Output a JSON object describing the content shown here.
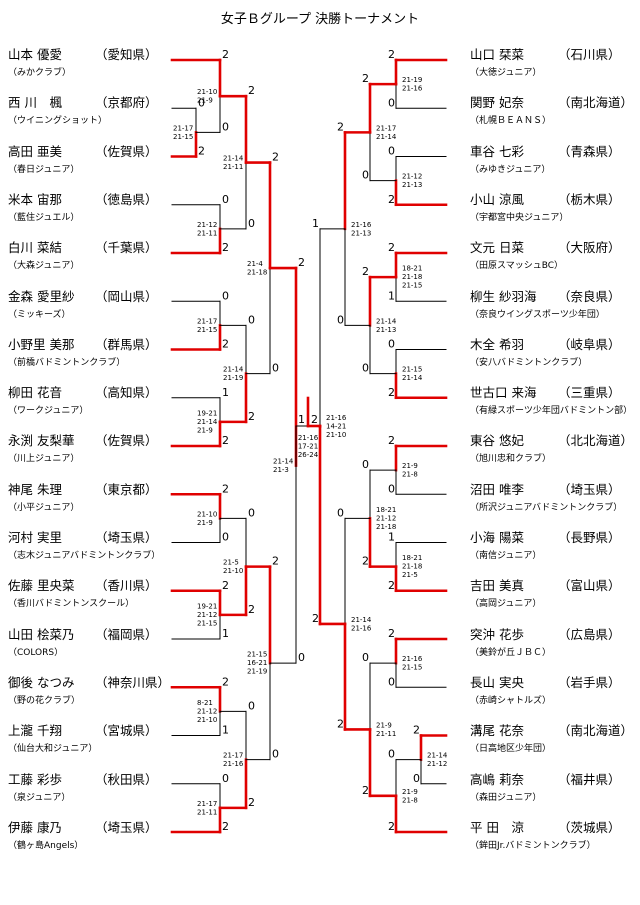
{
  "title": "女子Ｂグループ 決勝トーナメント",
  "colors": {
    "win": "#e00000",
    "line": "#000000"
  },
  "left_players": [
    {
      "name": "山本 優愛",
      "pref": "（愛知県）",
      "club": "（みかクラブ）"
    },
    {
      "name": "西 川　楓",
      "pref": "（京都府）",
      "club": "（ウイニングショット）"
    },
    {
      "name": "高田 亜美",
      "pref": "（佐賀県）",
      "club": "（春日ジュニア）"
    },
    {
      "name": "米本 宙那",
      "pref": "（徳島県）",
      "club": "（藍住ジュエル）"
    },
    {
      "name": "白川 菜結",
      "pref": "（千葉県）",
      "club": "（大森ジュニア）"
    },
    {
      "name": "金森 愛里紗",
      "pref": "（岡山県）",
      "club": "（ミッキーズ）"
    },
    {
      "name": "小野里 美那",
      "pref": "（群馬県）",
      "club": "（前橋バドミントンクラブ）"
    },
    {
      "name": "柳田 花音",
      "pref": "（高知県）",
      "club": "（ワークジュニア）"
    },
    {
      "name": "永渕 友梨華",
      "pref": "（佐賀県）",
      "club": "（川上ジュニア）"
    },
    {
      "name": "神尾 朱理",
      "pref": "（東京都）",
      "club": "（小平ジュニア）"
    },
    {
      "name": "河村 実里",
      "pref": "（埼玉県）",
      "club": "（志木ジュニアバドミントンクラブ）"
    },
    {
      "name": "佐藤 里央菜",
      "pref": "（香川県）",
      "club": "（香川バドミントンスクール）"
    },
    {
      "name": "山田 桧菜乃",
      "pref": "（福岡県）",
      "club": "（COLORS）"
    },
    {
      "name": "御後 なつみ",
      "pref": "（神奈川県）",
      "club": "（野の花クラブ）"
    },
    {
      "name": "上瀧 千翔",
      "pref": "（宮城県）",
      "club": "（仙台大和ジュニア）"
    },
    {
      "name": "工藤 彩歩",
      "pref": "（秋田県）",
      "club": "（泉ジュニア）"
    },
    {
      "name": "伊藤 康乃",
      "pref": "（埼玉県）",
      "club": "（鶴ヶ島Angels）"
    }
  ],
  "right_players": [
    {
      "name": "山口 栞菜",
      "pref": "（石川県）",
      "club": "（大徳ジュニア）"
    },
    {
      "name": "関野 妃奈",
      "pref": "（南北海道）",
      "club": "（札幌ＢＥＡＮＳ）"
    },
    {
      "name": "車谷 七彩",
      "pref": "（青森県）",
      "club": "（みゆきジュニア）"
    },
    {
      "name": "小山 涼風",
      "pref": "（栃木県）",
      "club": "（宇都宮中央ジュニア）"
    },
    {
      "name": "文元 日菜",
      "pref": "（大阪府）",
      "club": "（田原スマッシュBC）"
    },
    {
      "name": "柳生 紗羽海",
      "pref": "（奈良県）",
      "club": "（奈良ウイングスポーツ少年団）"
    },
    {
      "name": "木全 希羽",
      "pref": "（岐阜県）",
      "club": "（安八バドミントンクラブ）"
    },
    {
      "name": "世古口 来海",
      "pref": "（三重県）",
      "club": "（有緑スポーツ少年団バドミントン部）"
    },
    {
      "name": "東谷 悠妃",
      "pref": "（北北海道）",
      "club": "（旭川忠和クラブ）"
    },
    {
      "name": "沼田 唯李",
      "pref": "（埼玉県）",
      "club": "（所沢ジュニアバドミントンクラブ）"
    },
    {
      "name": "小海 陽菜",
      "pref": "（長野県）",
      "club": "（南信ジュニア）"
    },
    {
      "name": "吉田 美真",
      "pref": "（富山県）",
      "club": "（高岡ジュニア）"
    },
    {
      "name": "突沖 花歩",
      "pref": "（広島県）",
      "club": "（美鈴が丘ＪＢＣ）"
    },
    {
      "name": "長山 実央",
      "pref": "（岩手県）",
      "club": "（赤崎シャトルズ）"
    },
    {
      "name": "溝尾 花奈",
      "pref": "（南北海道）",
      "club": "（日高地区少年団）"
    },
    {
      "name": "高嶋 莉奈",
      "pref": "（福井県）",
      "club": "（森田ジュニア）"
    },
    {
      "name": "平 田　涼",
      "pref": "（茨城県）",
      "club": "（鉾田Jr.バドミントンクラブ）"
    }
  ],
  "matches": {
    "L_R1": {
      "top": "0",
      "bot": "2",
      "scores": [
        "21-17",
        "21-15"
      ]
    },
    "L_QF1A": {
      "top": "2",
      "bot": "0",
      "scores": [
        "21-10",
        "21-9"
      ]
    },
    "L_QF1B": {
      "top": "0",
      "bot": "2",
      "scores": [
        "21-12",
        "21-11"
      ]
    },
    "L_QF2A": {
      "top": "0",
      "bot": "2",
      "scores": [
        "21-17",
        "21-15"
      ]
    },
    "L_QF2B": {
      "top": "1",
      "bot": "2",
      "scores": [
        "19-21",
        "21-14",
        "21-9"
      ]
    },
    "L_QF3A": {
      "top": "2",
      "bot": "0",
      "scores": [
        "21-10",
        "21-9"
      ]
    },
    "L_QF3B": {
      "top": "2",
      "bot": "1",
      "scores": [
        "19-21",
        "21-12",
        "21-15"
      ]
    },
    "L_QF4A": {
      "top": "2",
      "bot": "1",
      "scores": [
        "8-21",
        "21-12",
        "21-10"
      ]
    },
    "L_QF4B": {
      "top": "0",
      "bot": "2",
      "scores": [
        "21-17",
        "21-11"
      ]
    },
    "L_SF1": {
      "top": "2",
      "bot": "0",
      "scores": [
        "21-14",
        "21-11"
      ]
    },
    "L_SF2": {
      "top": "0",
      "bot": "2",
      "scores": [
        "21-14",
        "21-19"
      ]
    },
    "L_SF3": {
      "top": "0",
      "bot": "2",
      "scores": [
        "21-5",
        "21-10"
      ]
    },
    "L_SF4": {
      "top": "0",
      "bot": "2",
      "scores": [
        "21-17",
        "21-16"
      ]
    },
    "L_F1": {
      "top": "2",
      "bot": "0",
      "scores": [
        "21-4",
        "21-18"
      ]
    },
    "L_F2": {
      "top": "2",
      "bot": "0",
      "scores": [
        "21-15",
        "16-21",
        "21-19"
      ]
    },
    "L_FINAL": {
      "top": "2",
      "bot": "0",
      "scores": [
        "21-14",
        "21-3"
      ]
    },
    "FINAL": {
      "left": "1",
      "right": "2",
      "scores": [
        "21-16",
        "17-21",
        "26-24"
      ]
    },
    "R_FINAL": {
      "top": "1",
      "bot": "2",
      "scores": [
        "21-16",
        "14-21",
        "21-10"
      ]
    },
    "R_F1": {
      "top": "2",
      "bot": "0",
      "scores": [
        "21-16",
        "21-13"
      ]
    },
    "R_F2": {
      "top": "0",
      "bot": "2",
      "scores": [
        "21-14",
        "21-16"
      ]
    },
    "R_SF1": {
      "top": "2",
      "bot": "0",
      "scores": [
        "21-17",
        "21-14"
      ]
    },
    "R_SF2": {
      "top": "2",
      "bot": "0",
      "scores": [
        "21-14",
        "21-13"
      ]
    },
    "R_SF3": {
      "top": "0",
      "bot": "2",
      "scores": [
        "18-21",
        "21-12",
        "21-18"
      ]
    },
    "R_SF4": {
      "top": "0",
      "bot": "2",
      "scores": [
        "21-9",
        "21-11"
      ]
    },
    "R_QF1A": {
      "top": "2",
      "bot": "0",
      "scores": [
        "21-19",
        "21-16"
      ]
    },
    "R_QF1B": {
      "top": "0",
      "bot": "2",
      "scores": [
        "21-12",
        "21-13"
      ]
    },
    "R_QF2A": {
      "top": "2",
      "bot": "1",
      "scores": [
        "18-21",
        "21-18",
        "21-15"
      ]
    },
    "R_QF2B": {
      "top": "0",
      "bot": "2",
      "scores": [
        "21-15",
        "21-14"
      ]
    },
    "R_QF3A": {
      "top": "2",
      "bot": "0",
      "scores": [
        "21-9",
        "21-8"
      ]
    },
    "R_QF3B": {
      "top": "1",
      "bot": "2",
      "scores": [
        "18-21",
        "21-18",
        "21-5"
      ]
    },
    "R_QF4A": {
      "top": "2",
      "bot": "0",
      "scores": [
        "21-16",
        "21-15"
      ]
    },
    "R_QF4B": {
      "top": "0",
      "bot": "2",
      "scores": [
        "21-9",
        "21-8"
      ]
    },
    "R_R1": {
      "top": "2",
      "bot": "0",
      "scores": [
        "21-14",
        "21-12"
      ]
    }
  }
}
